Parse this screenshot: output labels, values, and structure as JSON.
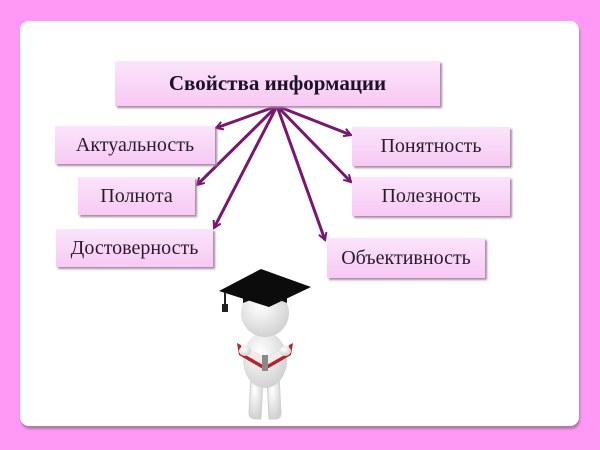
{
  "diagram": {
    "title": "Свойства информации",
    "left_items": [
      "Актуальность",
      "Полнота",
      "Достоверность"
    ],
    "right_items": [
      "Понятность",
      "Полезность",
      "Объективность"
    ],
    "colors": {
      "background": "#ff99f5",
      "card": "#ffffff",
      "box_top": "#fbe4fb",
      "box_bottom": "#f7c9f4",
      "arrow": "#7a1670"
    },
    "illustration": "student-with-graduation-cap-reading-book"
  }
}
